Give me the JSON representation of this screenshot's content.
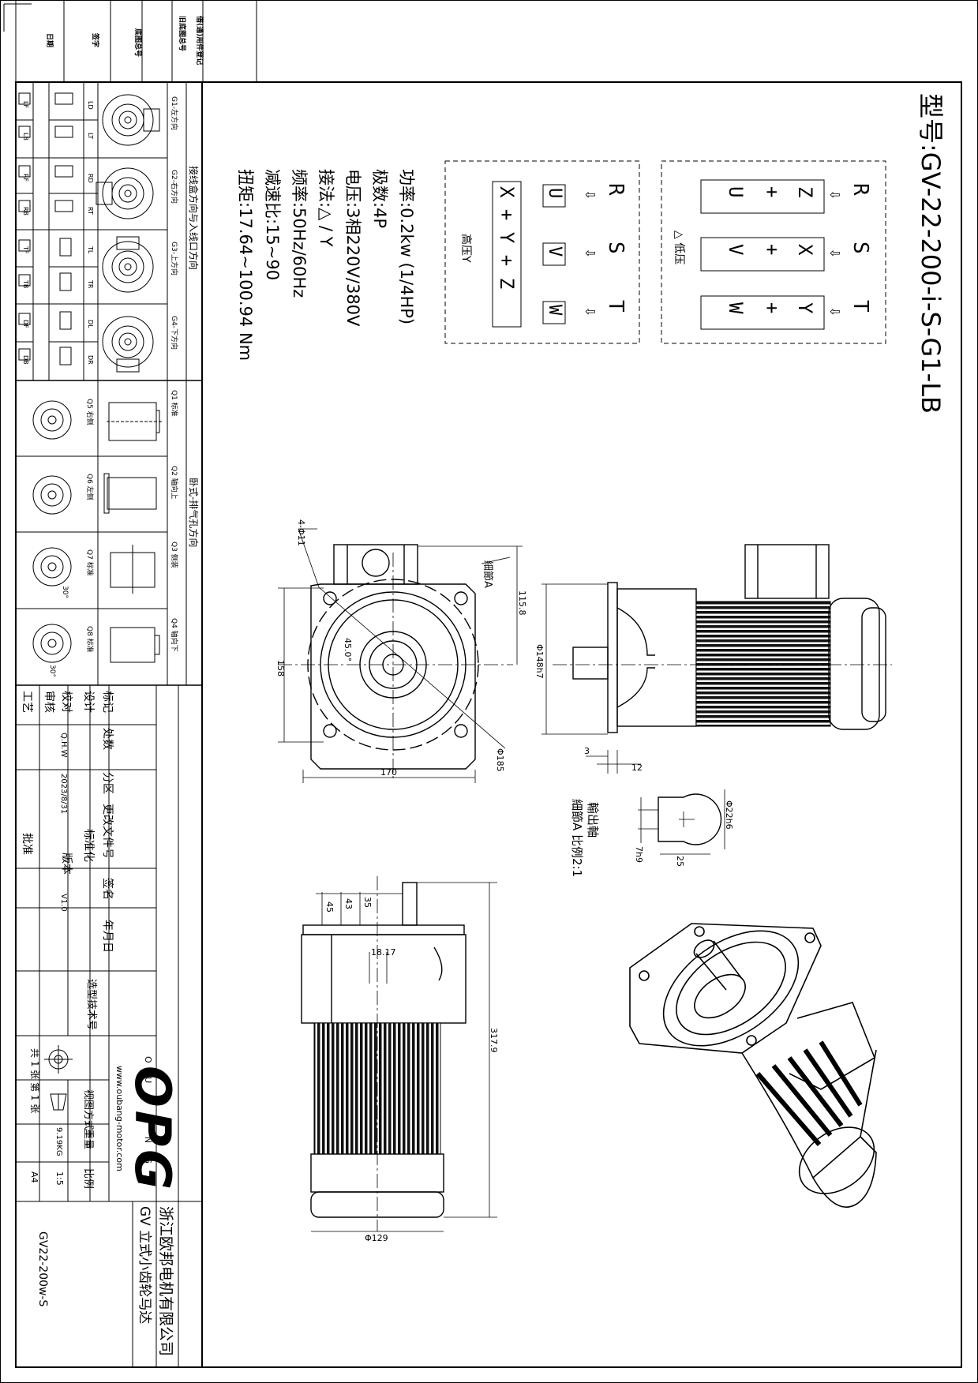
{
  "title": {
    "model": "型号:GV-22-200-i-S-G1-LB"
  },
  "specs": [
    "功率:0.2kw (1/4HP)",
    "极数:4P",
    "电压:3相220V/380V",
    "接法:△ / Y",
    "频率:50Hz/60Hz",
    "减速比:15~90",
    "扭矩:17.64~100.94 Nm"
  ],
  "wiring": {
    "low": {
      "label": "△ 低压",
      "terminals": [
        "R",
        "S",
        "T"
      ],
      "bottom": [
        "U",
        "V",
        "W"
      ],
      "top": [
        "Z",
        "X",
        "Y"
      ]
    },
    "high": {
      "label": "高压Y",
      "terminals": [
        "R",
        "S",
        "T"
      ],
      "boxes": [
        "U",
        "V",
        "W"
      ],
      "bridge": "X + Y + Z"
    }
  },
  "options": {
    "junction_title": "接线盒方向与入线口方向",
    "junction": [
      "G1-左方向",
      "G2-右方向",
      "G3-上方向",
      "G4-下方向"
    ],
    "junction_codes": [
      [
        "LD",
        "LT",
        "LF",
        "LB"
      ],
      [
        "RD",
        "RT",
        "RF",
        "RB"
      ],
      [
        "TL",
        "TR",
        "TF",
        "TB"
      ],
      [
        "DL",
        "DR",
        "DF",
        "DB"
      ]
    ],
    "mount_title": "卧式-排气孔方向",
    "mount_top": [
      "Q1 标准",
      "Q2 轴向上",
      "Q3 侧装",
      "Q4 轴向下"
    ],
    "mount_bottom": [
      "Q5 右侧",
      "Q6 左侧",
      "Q7 标准",
      "Q8 标准"
    ],
    "angles": [
      "30°",
      "30°"
    ]
  },
  "dims": {
    "front": [
      "4-Φ11",
      "115.8",
      "158",
      "45.0°",
      "Φ185",
      "170",
      "細節A"
    ],
    "side": [
      "Φ148h7",
      "3",
      "12"
    ],
    "shaft": [
      "Φ22h6",
      "7h9",
      "25",
      "輸出軸",
      "細節A 比例2:1"
    ],
    "bottom": [
      "35",
      "43",
      "45",
      "18.17",
      "317.9",
      "Φ129"
    ]
  },
  "titleblock": {
    "company": "浙江欧邦电机有限公司",
    "product": "GV 立式小齿轮马达",
    "drawing_no": "GV22-200w-S",
    "brand": "OPG",
    "brand_sub": "O U B A N G",
    "website": "www.oubang-motor.com",
    "view_label": "视图方式",
    "weight_label": "重量",
    "weight": "9.19KG",
    "scale_label": "比例",
    "scale": "1:5",
    "paper": "A4",
    "sheets": "共 1 张 第 1 张",
    "tech_no": "选型技术号",
    "rows": [
      [
        "标记",
        "处数",
        "分区",
        "更改文件号",
        "签名",
        "年月日"
      ],
      [
        "设计",
        "",
        "",
        "标准化",
        "",
        ""
      ],
      [
        "校对",
        "Q.H.W",
        "2023/8/31",
        "版本",
        "V1.0",
        ""
      ],
      [
        "审核",
        "",
        "",
        "",
        "",
        ""
      ],
      [
        "工艺",
        "",
        "",
        "批准",
        "",
        ""
      ]
    ]
  },
  "corner": {
    "labels": [
      "借(通)用件登记",
      "旧底图总号",
      "底图总号",
      "签字",
      "日期"
    ]
  }
}
